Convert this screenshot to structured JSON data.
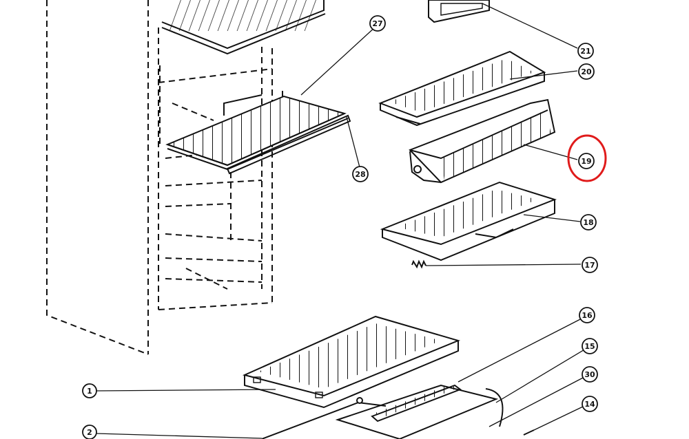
{
  "diagram": {
    "highlight_color": "#e01b1b",
    "highlighted_part": "19",
    "callouts": [
      {
        "id": "c21",
        "label": "21"
      },
      {
        "id": "c20",
        "label": "20"
      },
      {
        "id": "c19",
        "label": "19"
      },
      {
        "id": "c18",
        "label": "18"
      },
      {
        "id": "c17",
        "label": "17"
      },
      {
        "id": "c27",
        "label": "27"
      },
      {
        "id": "c28",
        "label": "28"
      },
      {
        "id": "c16",
        "label": "16"
      },
      {
        "id": "c15",
        "label": "15"
      },
      {
        "id": "c30",
        "label": "30"
      },
      {
        "id": "c14",
        "label": "14"
      },
      {
        "id": "c1",
        "label": "1"
      },
      {
        "id": "c2",
        "label": "2"
      }
    ]
  }
}
